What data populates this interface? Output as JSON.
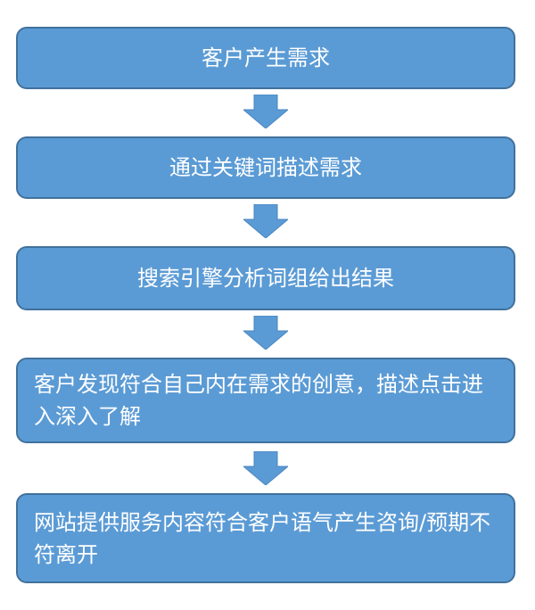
{
  "colors": {
    "box_fill": "#5b9bd5",
    "box_border": "#41719c",
    "arrow_fill": "#5b9bd5",
    "text": "#ffffff"
  },
  "steps": [
    {
      "label": "客户产生需求"
    },
    {
      "label": "通过关键词描述需求"
    },
    {
      "label": "搜索引擎分析词组给出结果"
    },
    {
      "label": "客户发现符合自己内在需求的创意，描述点击进入深入了解"
    },
    {
      "label": "网站提供服务内容符合客户语气产生咨询/预期不符离开"
    }
  ],
  "arrows": [
    {
      "icon": "down-arrow-icon"
    },
    {
      "icon": "down-arrow-icon"
    },
    {
      "icon": "down-arrow-icon"
    },
    {
      "icon": "down-arrow-icon"
    }
  ]
}
